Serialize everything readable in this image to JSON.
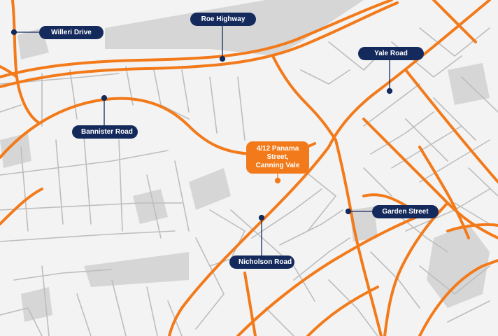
{
  "map": {
    "colors": {
      "background": "#f3f3f3",
      "local_road": "#bdbdbd",
      "block": "#d6d6d6",
      "major_road": "#f27a1a",
      "label": "#152a5c",
      "highlight": "#f27a1a"
    },
    "labels": {
      "willeri": "Willeri Drive",
      "roe": "Roe Highway",
      "yale": "Yale Road",
      "bannister": "Bannister Road",
      "garden": "Garden Street",
      "nicholson": "Nicholson Road"
    },
    "property": {
      "line1": "4/12 Panama Street,",
      "line2": "Canning Vale"
    }
  }
}
